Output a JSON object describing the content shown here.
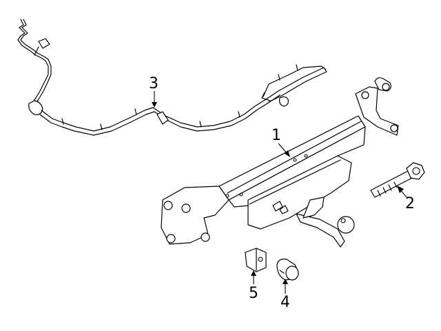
{
  "callouts": {
    "c1": "1",
    "c2": "2",
    "c3": "3",
    "c4": "4",
    "c5": "5"
  },
  "parts": [
    {
      "callout": "1",
      "icon": "tow-bar-crossmember-with-ball-hitch"
    },
    {
      "callout": "2",
      "icon": "mounting-bolt"
    },
    {
      "callout": "3",
      "icon": "wiring-harness"
    },
    {
      "callout": "4",
      "icon": "spacer-bushing"
    },
    {
      "callout": "5",
      "icon": "retainer-clip"
    }
  ]
}
